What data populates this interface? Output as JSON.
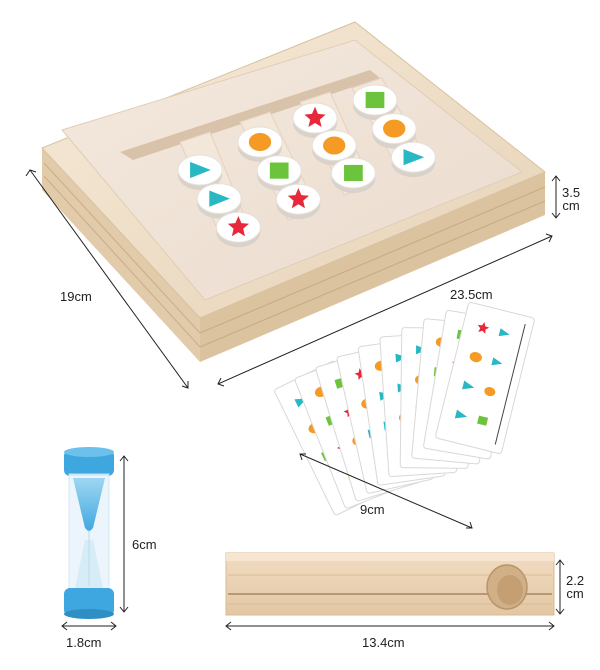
{
  "dimensions": {
    "board_height": "3.5",
    "board_height_unit": "cm",
    "board_length": "23.5cm",
    "board_width": "19cm",
    "card_width": "9cm",
    "timer_height": "6cm",
    "timer_diameter": "1.8cm",
    "bar_height": "2.2",
    "bar_height_unit": "cm",
    "bar_length": "13.4cm"
  },
  "colors": {
    "wood_light": "#f3e6d3",
    "wood_mid": "#e8d6bd",
    "wood_dark": "#d8c1a0",
    "panel": "#efe3d7",
    "token_face": "#ffffff",
    "teal": "#27b8c4",
    "green": "#6cc43c",
    "orange": "#f59a24",
    "red": "#e8283a",
    "timer_blue": "#3fa7e0",
    "dimension_line": "#222222"
  },
  "board_columns": [
    [
      "star-red",
      "circle-orange",
      "square-green"
    ],
    [
      "circle-orange",
      "square-green",
      "star-red"
    ],
    [
      "triangle-teal",
      "triangle-teal",
      "star-red"
    ],
    [
      "square-green",
      "circle-orange",
      "triangle-teal"
    ]
  ]
}
